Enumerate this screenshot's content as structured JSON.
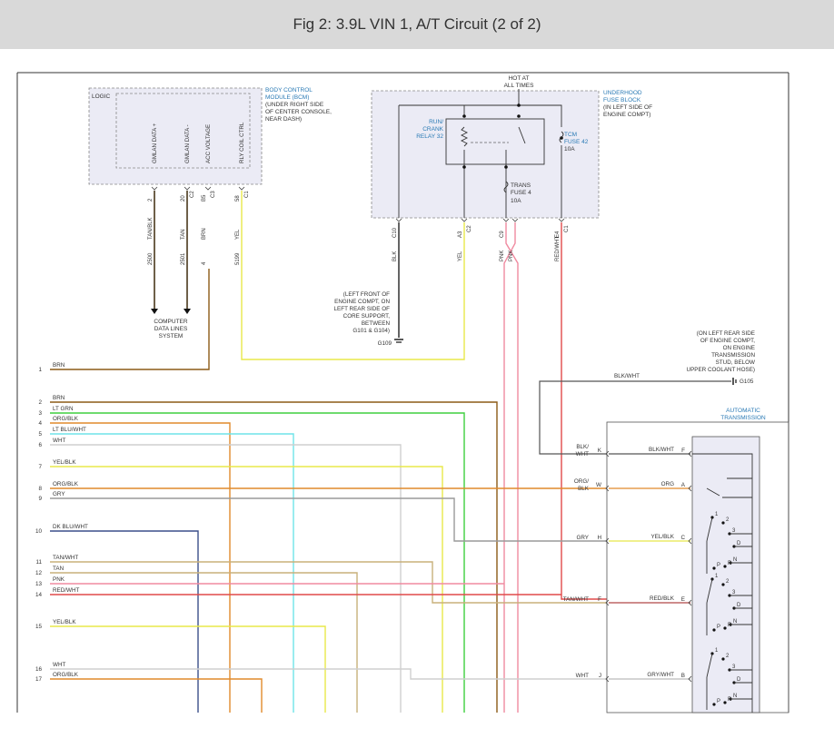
{
  "page": {
    "title": "Fig 2: 3.9L VIN 1, A/T Circuit (2 of 2)"
  },
  "colors": {
    "BRN": "#8b5a16",
    "LT GRN": "#3fcf3f",
    "ORG": "#e08a2c",
    "LT BLU": "#6fe3e8",
    "WHT": "#cfcfcf",
    "YEL": "#e8e84a",
    "GRY": "#9a9a9a",
    "DK BLU": "#3b4f8a",
    "TAN": "#c8b07a",
    "PNK": "#f08aa0",
    "RED": "#e04a4a",
    "BLK": "#222222",
    "label_blue": "#2a7ab5"
  },
  "bcm": {
    "logic_label": "LOGIC",
    "title_lines": [
      "BODY CONTROL",
      "MODULE (BCM)"
    ],
    "location_lines": [
      "(UNDER RIGHT SIDE",
      "OF CENTER CONSOLE,",
      "NEAR DASH)"
    ],
    "pins": [
      {
        "name": "GMLAN DATA +",
        "pin": "2",
        "conn": "",
        "wire_color": "TAN/BLK",
        "circuit": "2500"
      },
      {
        "name": "GMLAN DATA -",
        "pin": "20",
        "conn": "C2",
        "wire_color": "TAN",
        "circuit": "2501"
      },
      {
        "name": "ACC VOLTAGE",
        "pin": "B5",
        "conn": "C3",
        "wire_color": "BRN",
        "circuit": "4"
      },
      {
        "name": "RLY COIL CTRL",
        "pin": "58",
        "conn": "C1",
        "wire_color": "YEL",
        "circuit": "5199"
      }
    ],
    "data_lines_label": [
      "COMPUTER",
      "DATA LINES",
      "SYSTEM"
    ]
  },
  "fuse_block": {
    "hot_label": [
      "HOT AT",
      "ALL TIMES"
    ],
    "title_lines": [
      "UNDERHOOD",
      "FUSE BLOCK"
    ],
    "location_lines": [
      "(IN LEFT SIDE OF",
      "ENGINE COMPT)"
    ],
    "relay_label": [
      "RUN/",
      "CRANK",
      "RELAY 32"
    ],
    "tcm_fuse_label": [
      "TCM",
      "FUSE 42"
    ],
    "tcm_fuse_amp": "10A",
    "trans_fuse_label": [
      "TRANS",
      "FUSE 4"
    ],
    "trans_fuse_amp": "10A",
    "pins": [
      {
        "pin": "C10",
        "conn": "",
        "wire_color": "BLK"
      },
      {
        "pin": "A3",
        "conn": "C2",
        "wire_color": "YEL"
      },
      {
        "pin": "C9",
        "conn": "",
        "wire_color": "PNK"
      },
      {
        "pin": "",
        "conn": "",
        "wire_color": "PNK"
      },
      {
        "pin": "E4",
        "conn": "C1",
        "wire_color": "RED/WHT"
      }
    ]
  },
  "ground_g109": {
    "lines": [
      "(LEFT FRONT OF",
      "ENGINE COMPT, ON",
      "LEFT REAR SIDE OF",
      "CORE SUPPORT,",
      "BETWEEN",
      "G101 & G104)"
    ],
    "name": "G109"
  },
  "ground_g105": {
    "lines": [
      "(ON LEFT REAR SIDE",
      "OF ENGINE COMPT,",
      "ON ENGINE",
      "TRANSMISSION",
      "STUD, BELOW",
      "UPPER COOLANT HOSE)"
    ],
    "name": "G105",
    "wire_label": "BLK/WHT"
  },
  "transmission": {
    "title_lines": [
      "AUTOMATIC",
      "TRANSMISSION"
    ],
    "pins": [
      {
        "in_label": [
          "BLK/",
          "WHT"
        ],
        "in_pin": "K",
        "out_label": "BLK/WHT",
        "out_pin": "F"
      },
      {
        "in_label": [
          "ORG/",
          "BLK"
        ],
        "in_pin": "W",
        "out_label": "ORG",
        "out_pin": "A"
      },
      {
        "in_label": [
          "GRY"
        ],
        "in_pin": "H",
        "out_label": "YEL/BLK",
        "out_pin": "C"
      },
      {
        "in_label": [
          "TAN/WHT"
        ],
        "in_pin": "F",
        "out_label": "RED/BLK",
        "out_pin": "E"
      },
      {
        "in_label": [
          "WHT"
        ],
        "in_pin": "J",
        "out_label": "GRY/WHT",
        "out_pin": "B"
      }
    ],
    "switch_positions": [
      "1",
      "2",
      "3",
      "D",
      "N",
      "P",
      "R"
    ]
  },
  "left_wires": [
    {
      "num": "1",
      "label": "BRN"
    },
    {
      "num": "2",
      "label": "BRN"
    },
    {
      "num": "3",
      "label": "LT GRN"
    },
    {
      "num": "4",
      "label": "ORG/BLK"
    },
    {
      "num": "5",
      "label": "LT BLU/WHT"
    },
    {
      "num": "6",
      "label": "WHT"
    },
    {
      "num": "7",
      "label": "YEL/BLK"
    },
    {
      "num": "8",
      "label": "ORG/BLK"
    },
    {
      "num": "9",
      "label": "GRY"
    },
    {
      "num": "10",
      "label": "DK BLU/WHT"
    },
    {
      "num": "11",
      "label": "TAN/WHT"
    },
    {
      "num": "12",
      "label": "TAN"
    },
    {
      "num": "13",
      "label": "PNK"
    },
    {
      "num": "14",
      "label": "RED/WHT"
    },
    {
      "num": "15",
      "label": "YEL/BLK"
    },
    {
      "num": "16",
      "label": "WHT"
    },
    {
      "num": "17",
      "label": "ORG/BLK"
    }
  ]
}
